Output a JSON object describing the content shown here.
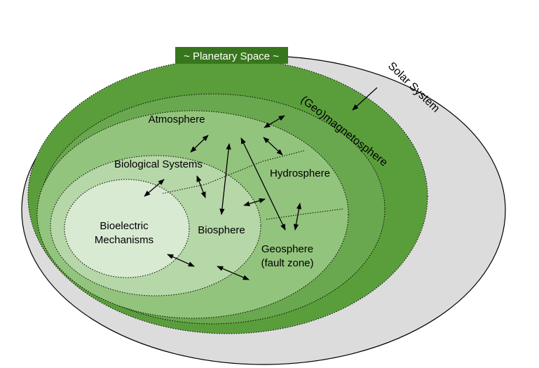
{
  "labels": {
    "planetary_space": "~ Planetary Space ~",
    "solar_system": "Solar System",
    "magnetosphere": "(Geo)magnetosphere",
    "atmosphere": "Atmosphere",
    "hydrosphere": "Hydrosphere",
    "biological_systems": "Biological Systems",
    "biosphere": "Biosphere",
    "bioelectric_line1": "Bioelectric",
    "bioelectric_line2": "Mechanisms",
    "geosphere_line1": "Geosphere",
    "geosphere_line2": "(fault zone)"
  },
  "colors": {
    "solar_system": "#dcdcdc",
    "planetary_space": "#5a9e3c",
    "magnetosphere": "#6aa84f",
    "earth_systems": "#93c47d",
    "biological_systems": "#b6d7a8",
    "bioelectric": "#d9ead3",
    "banner": "#38761d"
  }
}
